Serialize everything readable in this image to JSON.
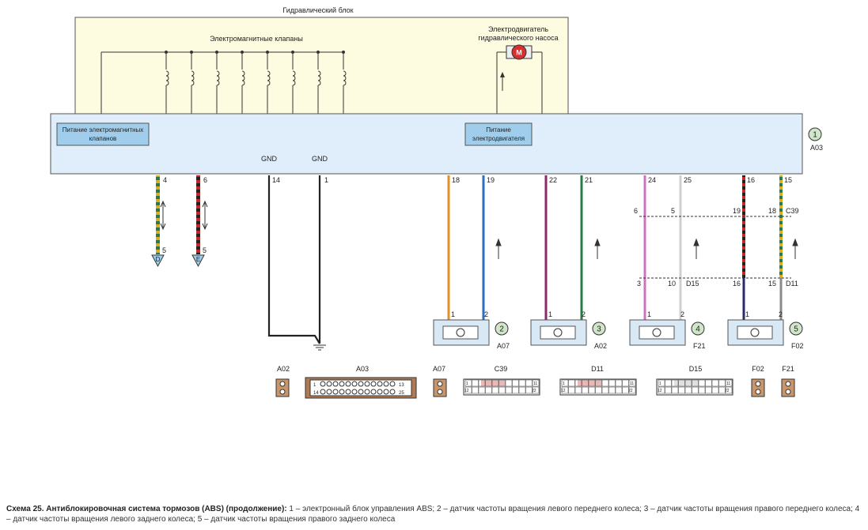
{
  "hydraulic_block": {
    "title": "Гидравлический блок"
  },
  "valves": {
    "title": "Электромагнитные клапаны",
    "count": 8
  },
  "pump": {
    "title_line1": "Электродвигатель",
    "title_line2": "гидравлического насоса",
    "symbol": "M"
  },
  "ecu": {
    "ref": "A03",
    "number": "1",
    "valve_power_line1": "Питание электромагнитных",
    "valve_power_line2": "клапанов",
    "motor_power_line1": "Питание",
    "motor_power_line2": "электродвигателя",
    "gnd_label": "GND"
  },
  "pins": {
    "p4": "4",
    "p6": "6",
    "p14": "14",
    "p1": "1",
    "p18": "18",
    "p19": "19",
    "p22": "22",
    "p21": "21",
    "p24": "24",
    "p25": "25",
    "p16": "16",
    "p15": "15"
  },
  "terminals": {
    "d": "D",
    "e": "E",
    "d_pin": "5",
    "e_pin": "5"
  },
  "connectors_mid": {
    "left_a": "6",
    "left_b": "5",
    "right_a": "19",
    "right_b": "18",
    "right_ref": "C39",
    "low_left_a": "3",
    "low_left_b": "10",
    "low_left_ref": "D15",
    "low_right_a": "16",
    "low_right_b": "15",
    "low_right_ref": "D11"
  },
  "sensors": [
    {
      "num": "2",
      "ref": "A07",
      "pin1": "1",
      "pin2": "2"
    },
    {
      "num": "3",
      "ref": "A02",
      "pin1": "1",
      "pin2": "2"
    },
    {
      "num": "4",
      "ref": "F21",
      "pin1": "1",
      "pin2": "2"
    },
    {
      "num": "5",
      "ref": "F02",
      "pin1": "1",
      "pin2": "2"
    }
  ],
  "connector_legend": {
    "labels": [
      "A02",
      "A03",
      "A07",
      "C39",
      "D11",
      "D15",
      "F02",
      "F21"
    ],
    "a03_row1": "13",
    "a03_row2": "25",
    "a03_left1": "1",
    "a03_left2": "14",
    "strip_row1_left": "1",
    "strip_row1_right": "11",
    "strip_row2_left": "12",
    "strip_row2_right": "22"
  },
  "caption": {
    "title": "Схема 25. Антиблокировочная система тормозов (ABS) (продолжение):",
    "text": " 1 – электронный блок управления ABS; 2 – датчик частоты вращения левого переднего колеса; 3 – датчик частоты вращения правого переднего колеса; 4 – датчик частоты вращения левого заднего колеса; 5 – датчик частоты вращения правого заднего колеса"
  },
  "colors": {
    "hydraulic_fill": "#fdfbe0",
    "ecu_fill": "#dfeefa",
    "ecu_box": "#9fcdeb",
    "sensor_fill": "#d8e8f5",
    "wire_orange": "#e0902a",
    "wire_blue": "#2f6fc0",
    "wire_purple": "#8a2a6a",
    "wire_green": "#2a7a4a",
    "wire_pink": "#d070c0",
    "wire_white": "#cfcfcf",
    "wire_red": "#c02a2a",
    "wire_yellow": "#d8b020",
    "wire_black": "#222222",
    "wire_navy": "#2a2a6a",
    "wire_gray": "#8a8a8a",
    "motor_red": "#d83030"
  }
}
